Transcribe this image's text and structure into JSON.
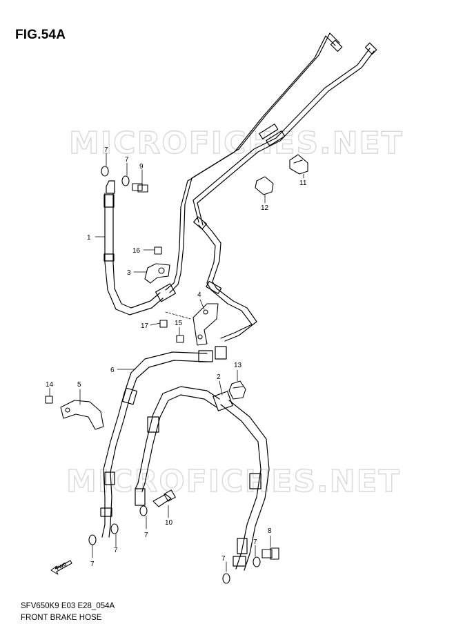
{
  "figure": {
    "title": "FIG.54A",
    "code": "SFV650K9 E03 E28_054A",
    "caption": "FRONT BRAKE HOSE",
    "watermark": "MICROFICHES.NET",
    "direction_label": "FWD"
  },
  "callouts": [
    "1",
    "2",
    "3",
    "4",
    "5",
    "6",
    "7",
    "7",
    "7",
    "7",
    "7",
    "7",
    "7",
    "8",
    "9",
    "10",
    "11",
    "12",
    "13",
    "14",
    "15",
    "16",
    "17"
  ]
}
